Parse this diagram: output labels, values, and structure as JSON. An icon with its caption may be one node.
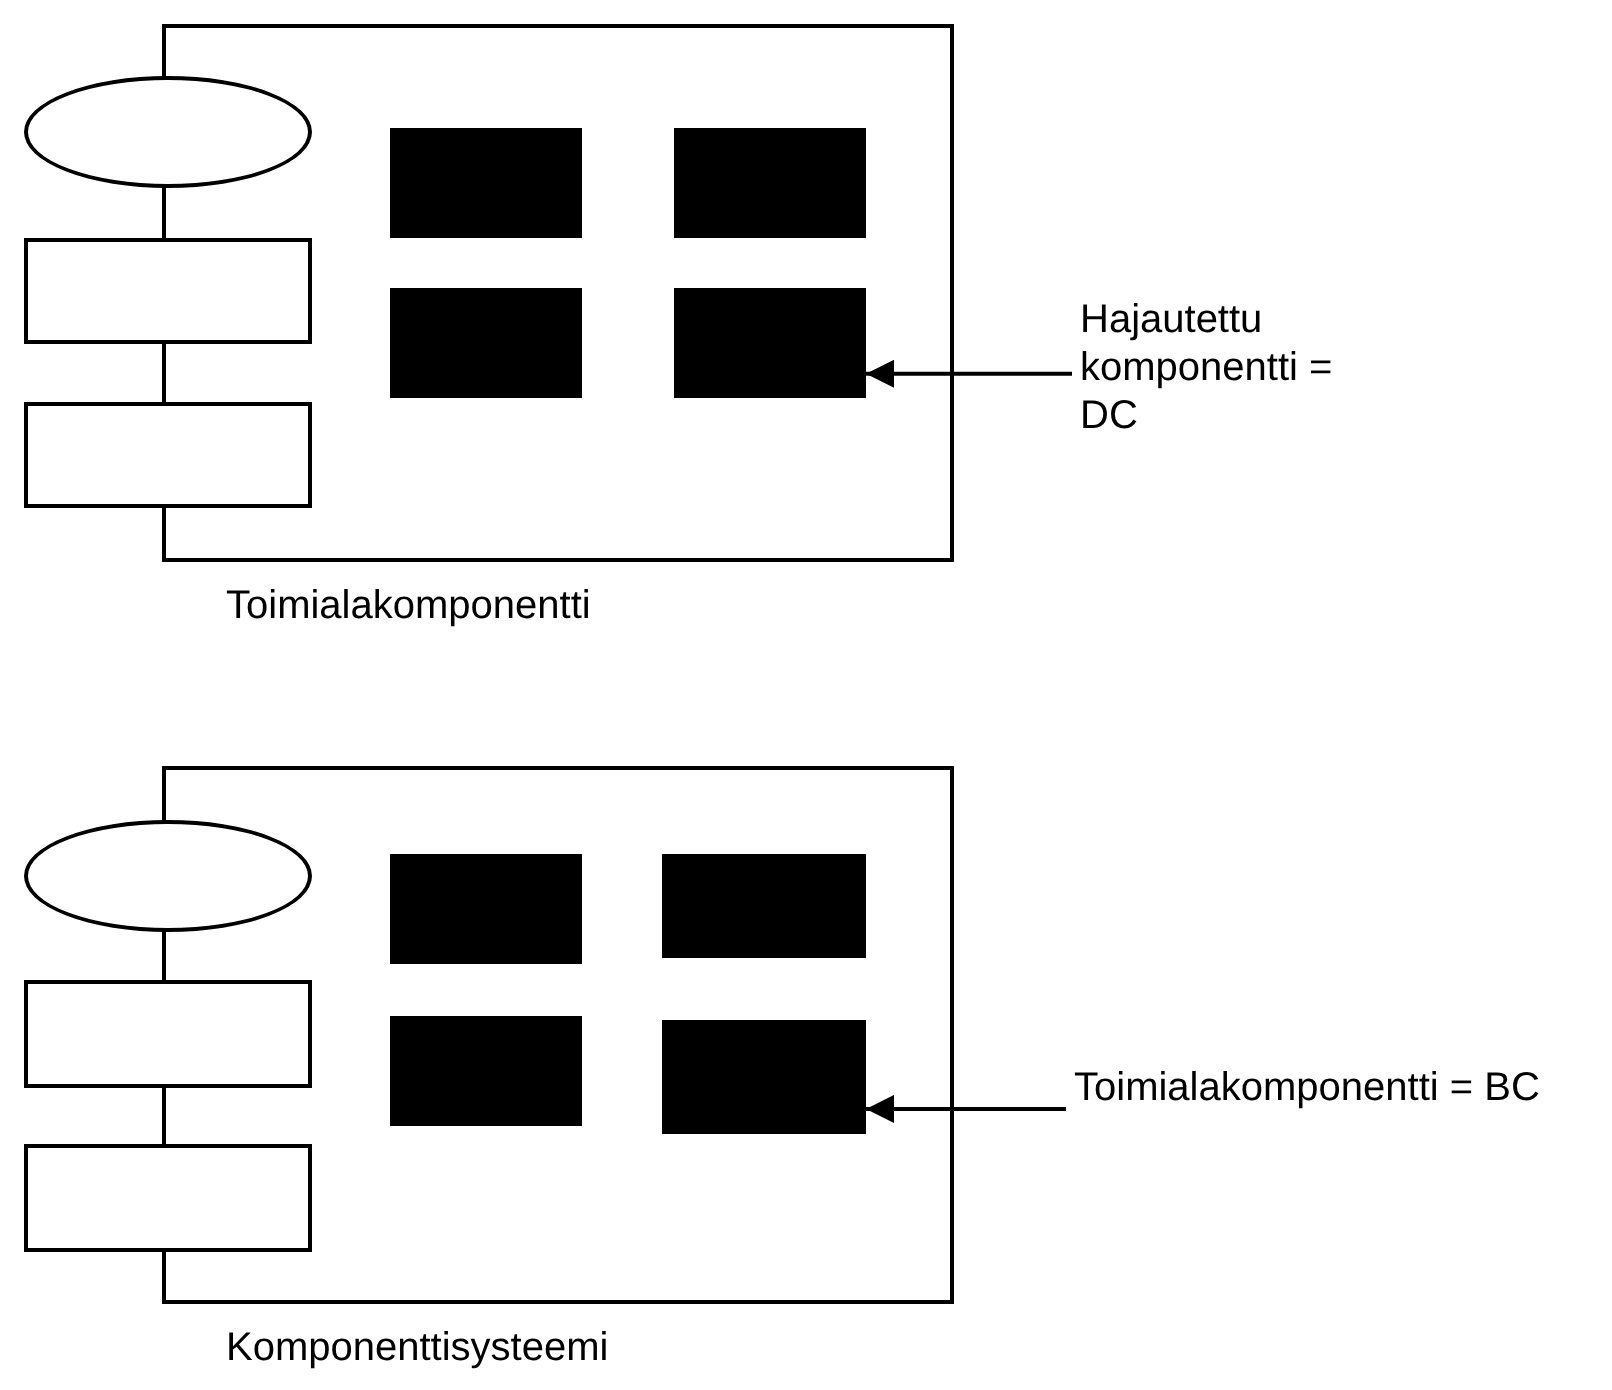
{
  "diagram": {
    "nodes": [
      {
        "text": [
          "Toimialakomponentti"
        ]
      },
      {
        "text": [],
        "shape": "ellipse"
      },
      {
        "text": [],
        "shape": "box"
      },
      {
        "text": [],
        "shape": "box"
      },
      {
        "text": [],
        "shape": "box",
        "in": 0
      },
      {
        "text": [],
        "shape": "box",
        "in": 0
      },
      {
        "text": [],
        "shape": "box",
        "in": 0
      },
      {
        "text": [],
        "shape": "box",
        "in": 0
      },
      {
        "text": [
          "Hajautettu komponentti = DC"
        ]
      },
      {
        "text": [
          "Komponenttisysteemi"
        ]
      },
      {
        "text": [],
        "shape": "ellipse"
      },
      {
        "text": [],
        "shape": "box"
      },
      {
        "text": [],
        "shape": "box"
      },
      {
        "text": [],
        "shape": "box",
        "in": 9
      },
      {
        "text": [],
        "shape": "box",
        "in": 9
      },
      {
        "text": [],
        "shape": "box",
        "in": 9
      },
      {
        "text": [],
        "shape": "box",
        "in": 9
      },
      {
        "text": [
          "Toimialakomponentti = BC"
        ]
      }
    ],
    "edges": [
      {
        "from": 8,
        "to": 7,
        "arrow": "to"
      },
      {
        "from": 17,
        "to": 16,
        "arrow": "to"
      }
    ]
  }
}
